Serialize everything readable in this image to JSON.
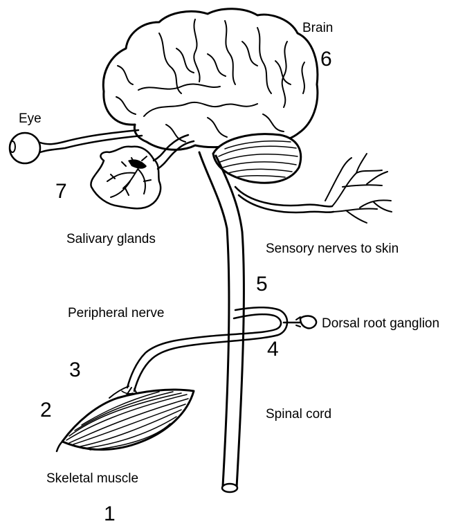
{
  "labels": {
    "brain": "Brain",
    "eye": "Eye",
    "salivary_glands": "Salivary glands",
    "sensory_nerves": "Sensory nerves to skin",
    "peripheral_nerve": "Peripheral nerve",
    "dorsal_root_ganglion": "Dorsal root ganglion",
    "spinal_cord": "Spinal cord",
    "skeletal_muscle": "Skeletal muscle"
  },
  "numbers": {
    "n1": "1",
    "n2": "2",
    "n3": "3",
    "n4": "4",
    "n5": "5",
    "n6": "6",
    "n7": "7"
  }
}
